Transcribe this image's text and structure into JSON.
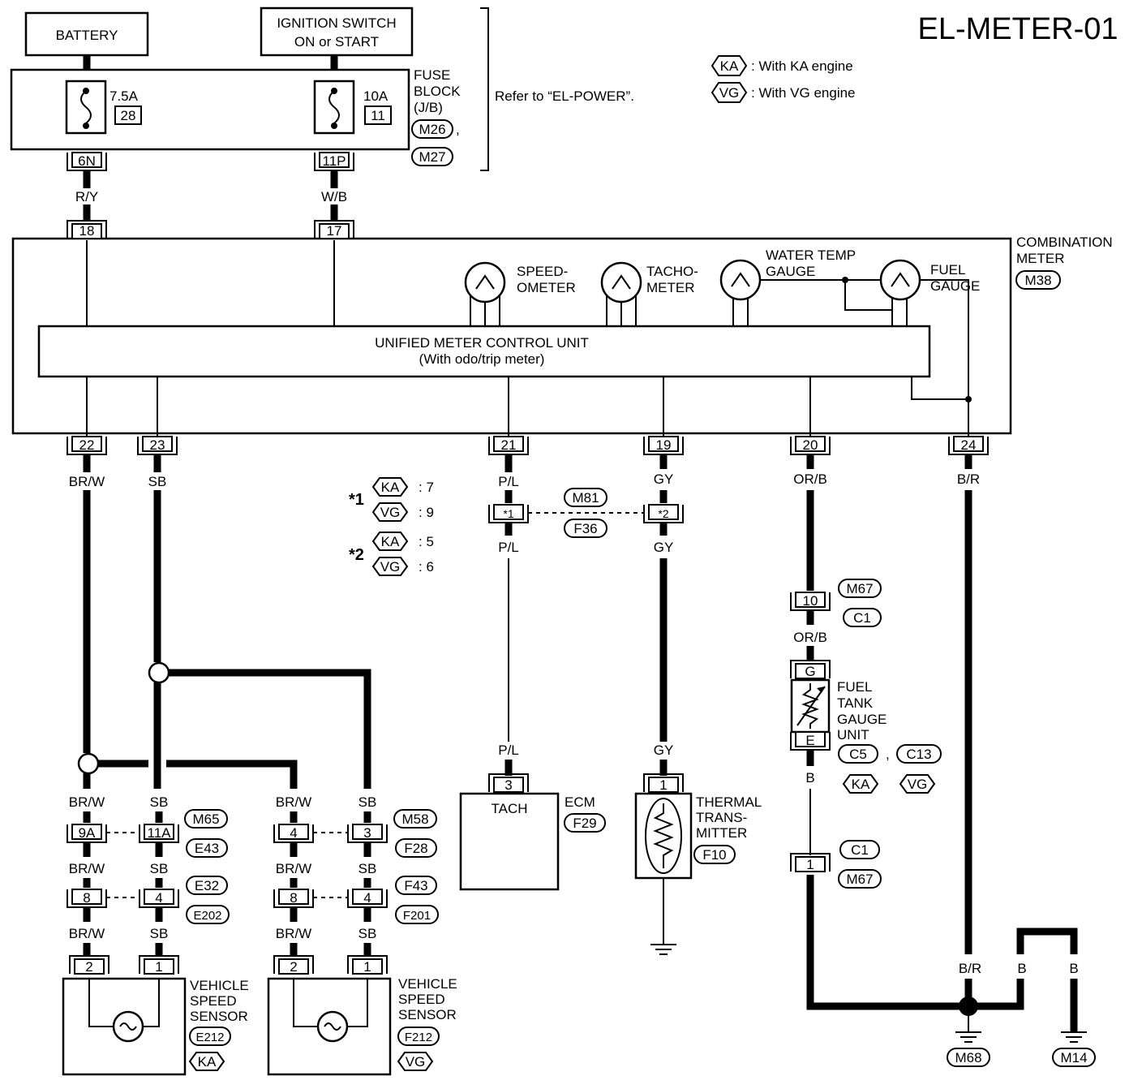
{
  "title": "EL-METER-01",
  "legend": {
    "ka_code": "KA",
    "ka_text": ": With KA engine",
    "vg_code": "VG",
    "vg_text": ": With VG engine"
  },
  "power": {
    "battery": "BATTERY",
    "ignition_line1": "IGNITION SWITCH",
    "ignition_line2": "ON or START",
    "fuse1_rating": "7.5A",
    "fuse1_num": "28",
    "fuse2_rating": "10A",
    "fuse2_num": "11",
    "fuse_block_line1": "FUSE",
    "fuse_block_line2": "BLOCK",
    "fuse_block_line3": "(J/B)",
    "fuse_conn1": "M26",
    "fuse_conn1_sep": ",",
    "fuse_conn2": "M27",
    "refer": "Refer to “EL-POWER”.",
    "pin_6n": "6N",
    "pin_11p": "11P",
    "wire_ry": "R/Y",
    "wire_wb": "W/B"
  },
  "meter": {
    "name_line1": "COMBINATION",
    "name_line2": "METER",
    "conn": "M38",
    "pin_18": "18",
    "pin_17": "17",
    "speedo_line1": "SPEED-",
    "speedo_line2": "OMETER",
    "tacho_line1": "TACHO-",
    "tacho_line2": "METER",
    "water_line1": "WATER TEMP",
    "water_line2": "GAUGE",
    "fuel_line1": "FUEL",
    "fuel_line2": "GAUGE",
    "unit_line1": "UNIFIED METER CONTROL UNIT",
    "unit_line2": "(With odo/trip meter)",
    "pins": [
      "22",
      "23",
      "21",
      "19",
      "20",
      "24"
    ],
    "wires": [
      "BR/W",
      "SB",
      "P/L",
      "GY",
      "OR/B",
      "B/R"
    ]
  },
  "notes": {
    "star1": "*1",
    "star2": "*2",
    "ka": "KA",
    "vg": "VG",
    "star1_ka": ": 7",
    "star1_vg": ": 9",
    "star2_ka": ": 5",
    "star2_vg": ": 6"
  },
  "tach": {
    "wire_pl": "P/L",
    "pin_star1": "*1",
    "pin_star2": "*2",
    "conn_m81": "M81",
    "conn_f36": "F36",
    "wire_gy": "GY"
  },
  "ecm": {
    "pin": "3",
    "tach": "TACH",
    "name": "ECM",
    "conn": "F29"
  },
  "thermal": {
    "pin": "1",
    "line1": "THERMAL",
    "line2": "TRANS-",
    "line3": "MITTER",
    "conn": "F10"
  },
  "fuel_path": {
    "pin_10": "10",
    "conn_m67": "M67",
    "conn_c1": "C1",
    "wire_orb": "OR/B",
    "pin_g": "G",
    "pin_e": "E",
    "unit_line1": "FUEL",
    "unit_line2": "TANK",
    "unit_line3": "GAUGE",
    "unit_line4": "UNIT",
    "conn_c5": "C5",
    "conn_sep": ",",
    "conn_c13": "C13",
    "ka": "KA",
    "vg": "VG",
    "wire_b": "B",
    "pin_1": "1",
    "conn2_c1": "C1",
    "conn2_m67": "M67"
  },
  "ground": {
    "wire_br": "B/R",
    "wire_b1": "B",
    "wire_b2": "B",
    "g1": "M68",
    "g2": "M14"
  },
  "vss": {
    "wire_brw": "BR/W",
    "wire_sb": "SB",
    "left": {
      "pin_9a": "9A",
      "pin_11a": "11A",
      "conn_m65": "M65",
      "conn_e43": "E43",
      "pin_8": "8",
      "pin_4": "4",
      "conn_e32": "E32",
      "conn_e202": "E202",
      "pin_2": "2",
      "pin_1": "1",
      "name_line1": "VEHICLE",
      "name_line2": "SPEED",
      "name_line3": "SENSOR",
      "conn": "E212",
      "engine": "KA"
    },
    "right": {
      "pin_4": "4",
      "pin_3": "3",
      "conn_m58": "M58",
      "conn_f28": "F28",
      "pin_8": "8",
      "pin_4b": "4",
      "conn_f43": "F43",
      "conn_f201": "F201",
      "pin_2": "2",
      "pin_1": "1",
      "name_line1": "VEHICLE",
      "name_line2": "SPEED",
      "name_line3": "SENSOR",
      "conn": "F212",
      "engine": "VG"
    }
  }
}
